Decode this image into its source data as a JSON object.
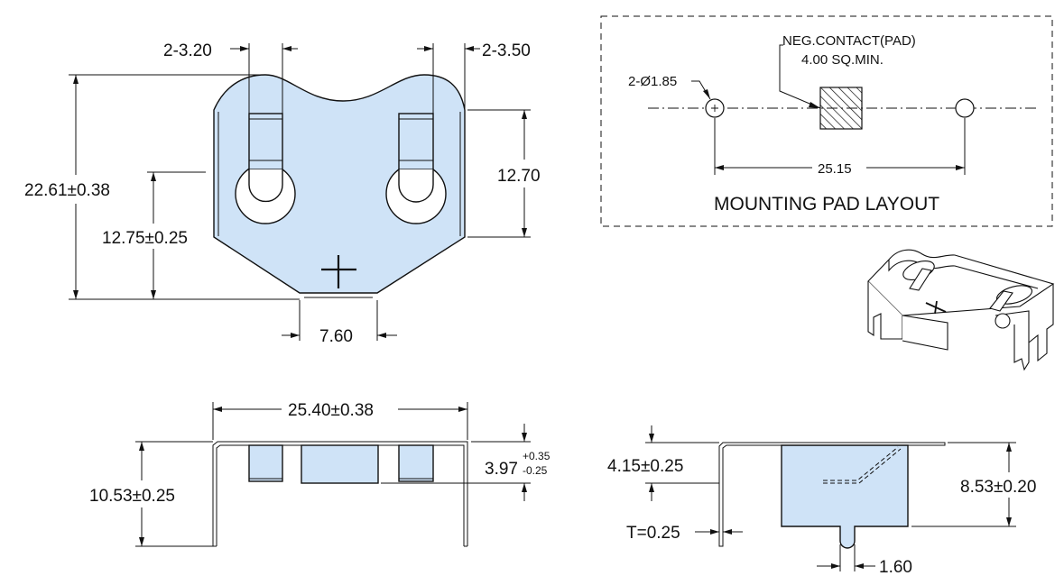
{
  "top_view": {
    "slot_left_width": "2-3.20",
    "slot_right_width": "2-3.50",
    "overall_height": "22.61±0.38",
    "hole_center_height": "12.75±0.25",
    "side_tab_height": "12.70",
    "bottom_tab_width": "7.60"
  },
  "pad_layout": {
    "title": "MOUNTING PAD LAYOUT",
    "neg_contact_line1": "NEG.CONTACT(PAD)",
    "neg_contact_line2": "4.00 SQ.MIN.",
    "hole_callout": "2-Ø1.85",
    "pitch": "25.15"
  },
  "front_view": {
    "width": "25.40±0.38",
    "height": "10.53±0.25",
    "tab_depth": "3.97",
    "tab_depth_tol_plus": "+0.35",
    "tab_depth_tol_minus": "-0.25"
  },
  "side_view": {
    "height_small": "4.15±0.25",
    "thickness": "T=0.25",
    "height_large": "8.53±0.20",
    "pin_width": "1.60"
  },
  "colors": {
    "part_fill": "#cfe3f7",
    "line": "#111111"
  }
}
